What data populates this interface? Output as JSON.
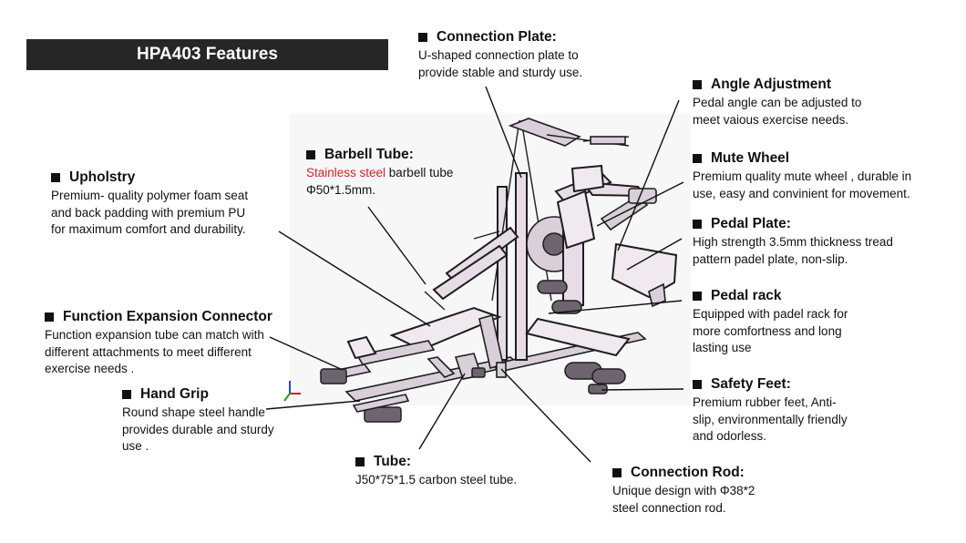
{
  "title": "HPA403 Features",
  "features": {
    "connection_plate": {
      "title": "Connection Plate:",
      "lines": [
        "U-shaped connection plate  to",
        "provide stable and sturdy use."
      ]
    },
    "angle_adjustment": {
      "title": "Angle Adjustment",
      "lines": [
        "Pedal angle can be adjusted to",
        "meet vaious exercise needs."
      ]
    },
    "mute_wheel": {
      "title": "Mute Wheel",
      "lines": [
        "Premium quality mute wheel , durable in",
        "use, easy and convinient for movement."
      ]
    },
    "pedal_plate": {
      "title": "Pedal Plate:",
      "lines": [
        "High strength 3.5mm thickness tread",
        "pattern padel plate, non-slip."
      ]
    },
    "pedal_rack": {
      "title": "Pedal rack",
      "lines": [
        "Equipped with padel rack for",
        "more comfortness and long",
        "lasting use"
      ]
    },
    "safety_feet": {
      "title": "Safety Feet:",
      "lines": [
        "Premium rubber feet, Anti-",
        "slip, environmentally friendly",
        "and odorless."
      ]
    },
    "connection_rod": {
      "title": "Connection Rod:",
      "lines": [
        "Unique design with Φ38*2",
        "steel connection rod."
      ]
    },
    "tube": {
      "title": "Tube:",
      "lines": [
        "J50*75*1.5 carbon steel tube."
      ]
    },
    "hand_grip": {
      "title": "Hand Grip",
      "lines": [
        "Round shape steel handle",
        "provides durable and sturdy",
        "use ."
      ]
    },
    "function_expansion": {
      "title": "Function Expansion Connector",
      "lines": [
        "Function expansion tube can match with",
        "different attachments to meet different",
        "exercise needs ."
      ]
    },
    "upholstry": {
      "title": "Upholstry",
      "lines": [
        "Premium- quality polymer foam seat",
        "and back padding with premium PU",
        "for maximum comfort and durability."
      ]
    },
    "barbell_tube": {
      "title": "Barbell Tube:",
      "line1_accent": "Stainless steel",
      "line1_rest": " barbell tube",
      "line2": "Φ50*1.5mm."
    }
  },
  "colors": {
    "title_bar": "#262626",
    "accent_text": "#c8252c",
    "frame_fill": "#e6dde6"
  }
}
